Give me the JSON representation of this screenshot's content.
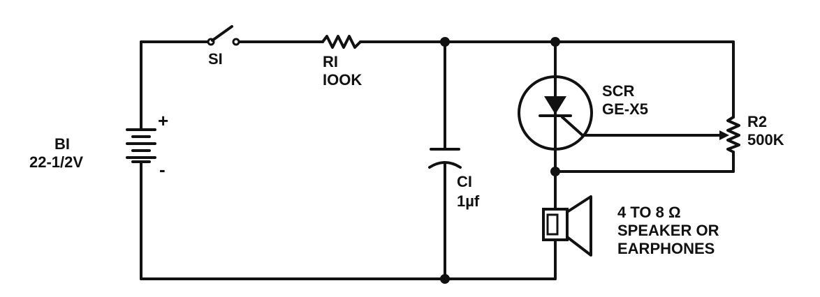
{
  "battery": {
    "label": "BI",
    "value": "22-1/2V",
    "plus": "+",
    "minus": "-"
  },
  "switch": {
    "label": "SI"
  },
  "resistor1": {
    "label": "RI",
    "value": "IOOK"
  },
  "capacitor": {
    "label": "CI",
    "value": "1µf"
  },
  "scr": {
    "label": "SCR",
    "part": "GE-X5"
  },
  "resistor2": {
    "label": "R2",
    "value": "500K"
  },
  "speaker": {
    "line1": "4 TO 8 Ω",
    "line2": "SPEAKER OR",
    "line3": "EARPHONES"
  },
  "colors": {
    "ink": "#111111",
    "background": "#ffffff"
  }
}
